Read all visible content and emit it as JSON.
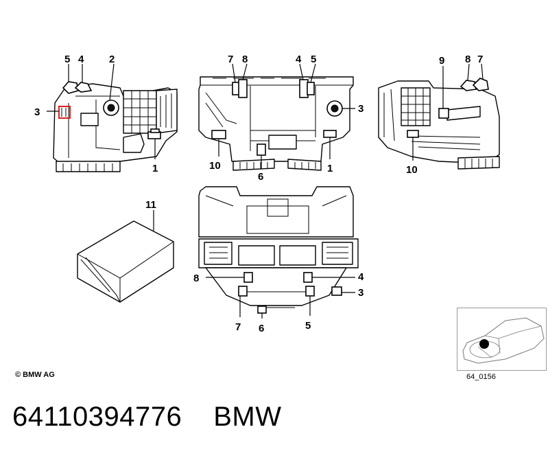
{
  "copyright": "© BMW AG",
  "diagram_ref": "64_0156",
  "part_number": "64110394776",
  "brand": "BMW",
  "highlight_color": "#e02020",
  "callouts": {
    "left_view": [
      "5",
      "4",
      "2",
      "3",
      "1"
    ],
    "center_view": [
      "7",
      "8",
      "4",
      "5",
      "3",
      "10",
      "6",
      "1"
    ],
    "right_view": [
      "9",
      "8",
      "7",
      "10"
    ],
    "box": "11",
    "bottom_view": [
      "8",
      "4",
      "3",
      "7",
      "6",
      "5"
    ]
  }
}
